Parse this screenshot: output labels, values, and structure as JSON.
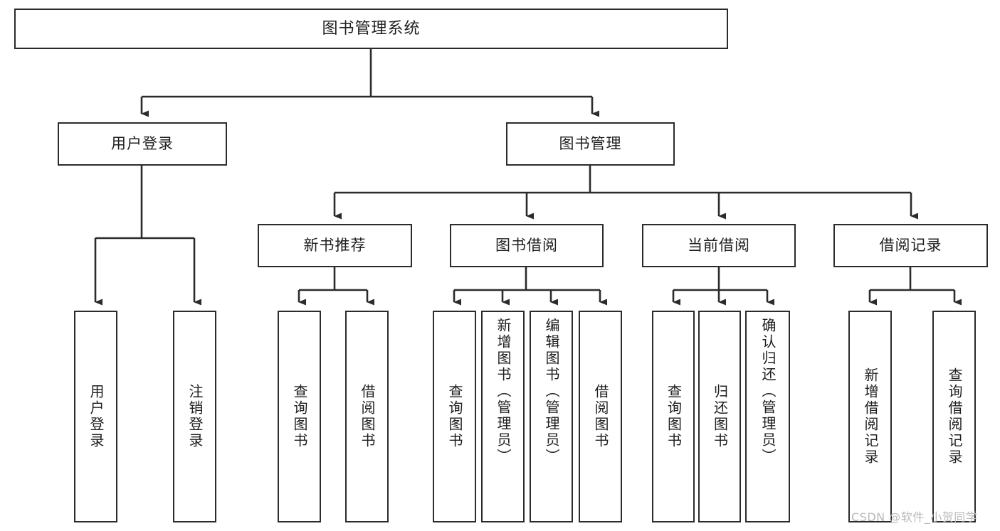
{
  "diagram": {
    "title": "图书管理系统",
    "type": "hierarchy-tree",
    "root": {
      "label": "图书管理系统"
    },
    "level2": [
      {
        "label": "用户登录"
      },
      {
        "label": "图书管理"
      }
    ],
    "level3": [
      {
        "label": "新书推荐"
      },
      {
        "label": "图书借阅"
      },
      {
        "label": "当前借阅"
      },
      {
        "label": "借阅记录"
      }
    ],
    "leaves": {
      "user_login": [
        {
          "label": "用户登录"
        },
        {
          "label": "注销登录"
        }
      ],
      "new_book_recommend": [
        {
          "label": "查询图书"
        },
        {
          "label": "借阅图书"
        }
      ],
      "book_borrow": [
        {
          "label": "查询图书"
        },
        {
          "label": "新增图书（管理员）"
        },
        {
          "label": "编辑图书（管理员）"
        },
        {
          "label": "借阅图书"
        }
      ],
      "current_borrow": [
        {
          "label": "查询图书"
        },
        {
          "label": "归还图书"
        },
        {
          "label": "确认归还（管理员）"
        }
      ],
      "borrow_record": [
        {
          "label": "新增借阅记录"
        },
        {
          "label": "查询借阅记录"
        }
      ]
    }
  },
  "watermark": {
    "text": "CSDN @软件_小贺同学"
  },
  "colors": {
    "border": "#2b2b2b",
    "text": "#202020",
    "background": "#ffffff",
    "watermark": "#b9b9b9"
  }
}
